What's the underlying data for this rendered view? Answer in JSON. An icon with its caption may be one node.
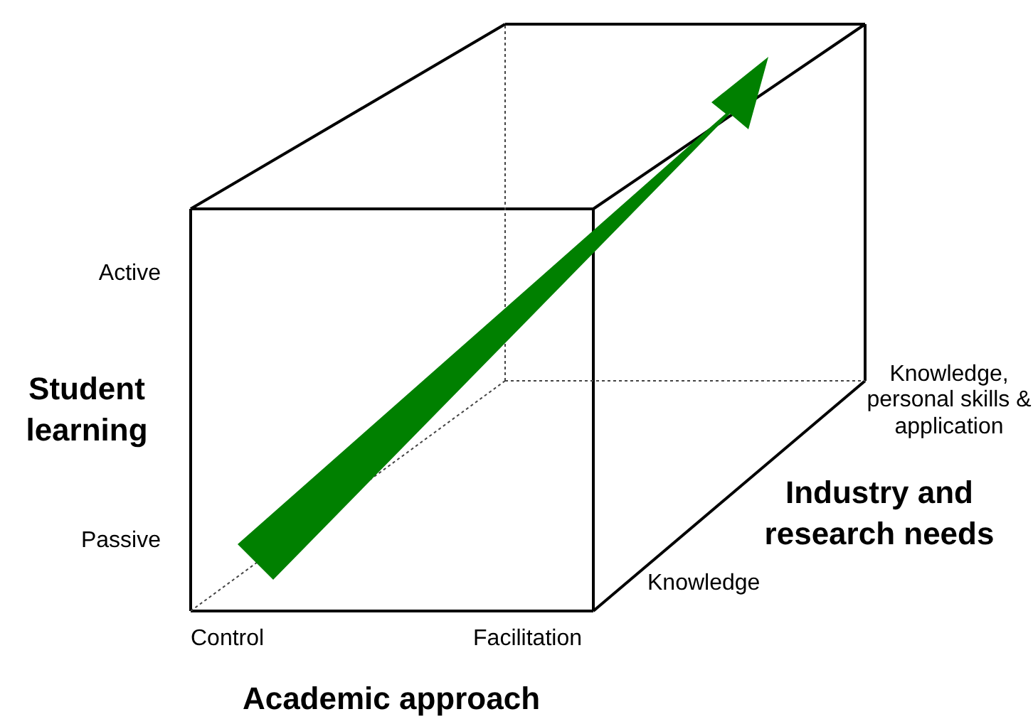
{
  "diagram": {
    "labels": [
      "Active",
      "Student learning",
      "Passive",
      "Knowledge, personal skills & application",
      "Industry and research needs",
      "Knowledge",
      "Control",
      "Facilitation",
      "Academic approach"
    ]
  }
}
